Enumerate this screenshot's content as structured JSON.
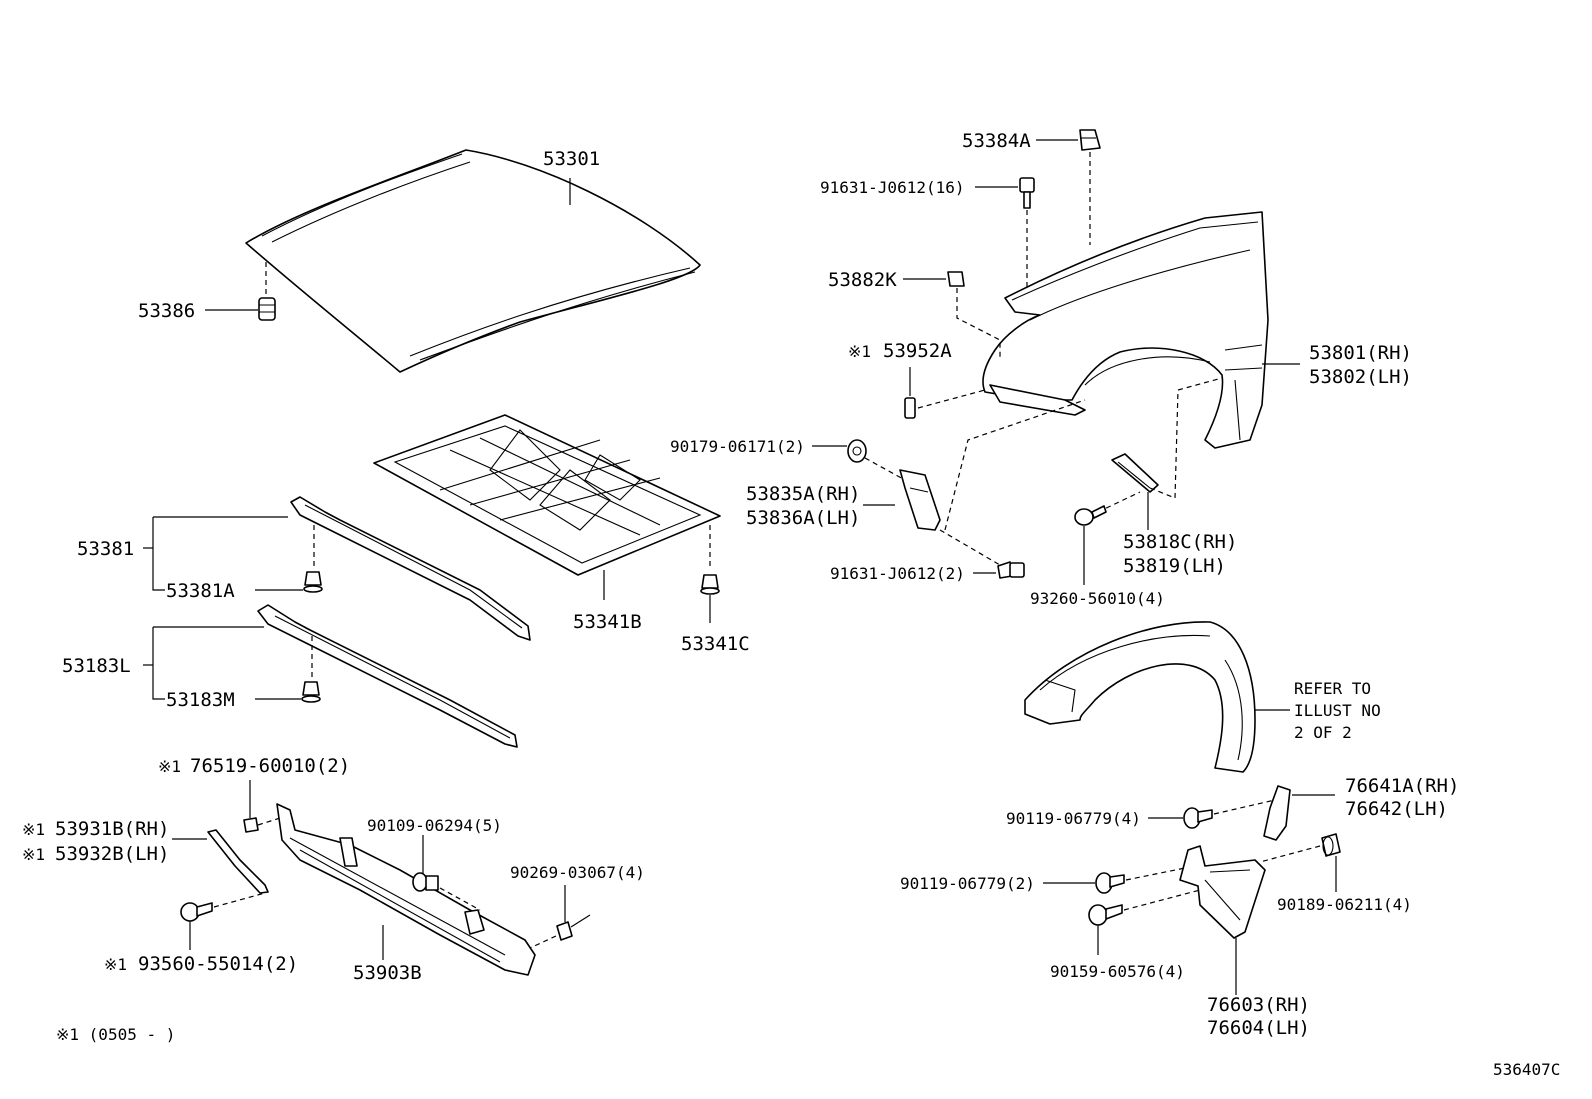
{
  "labels": {
    "hood": "53301",
    "cushion": "53386",
    "insulator": "53341B",
    "insulator_clip": "53341C",
    "seal_upper": "53381",
    "seal_upper_clip": "53381A",
    "seal_lower": "53183L",
    "seal_lower_clip": "53183M",
    "fender_grommet": "53384A",
    "fender_bolt_top": "91631-J0612(16)",
    "fender_pad": "53882K",
    "fender_clip_mark": "※1",
    "fender_clip": "53952A",
    "fender_rh": "53801(RH)",
    "fender_lh": "53802(LH)",
    "nut_top": "90179-06171(2)",
    "bracket_rh": "53835A(RH)",
    "bracket_lh": "53836A(LH)",
    "bracket_bolt": "91631-J0612(2)",
    "shield_rh": "53818C(RH)",
    "shield_lh": "53819(LH)",
    "shield_screw": "93260-56010(4)",
    "refer_1": "REFER TO",
    "refer_2": "ILLUST NO",
    "refer_3": "2 OF 2",
    "clip_76519_mark": "※1",
    "clip_76519": "76519-60010(2)",
    "moulding_mark_1": "※1",
    "moulding_rh": "53931B(RH)",
    "moulding_mark_2": "※1",
    "moulding_lh": "53932B(LH)",
    "moulding_screw_mark": "※1",
    "moulding_screw": "93560-55014(2)",
    "support_bolt": "90109-06294(5)",
    "support_clip": "90269-03067(4)",
    "support": "53903B",
    "mudflap_bracket_rh": "76641A(RH)",
    "mudflap_bracket_lh": "76642(LH)",
    "bolt_4": "90119-06779(4)",
    "bolt_2": "90119-06779(2)",
    "mudflap_nut": "90189-06211(4)",
    "mudflap_screw": "90159-60576(4)",
    "mudflap_rh": "76603(RH)",
    "mudflap_lh": "76604(LH)",
    "footnote": "※1 (0505 -      )",
    "figure_no": "536407C"
  }
}
